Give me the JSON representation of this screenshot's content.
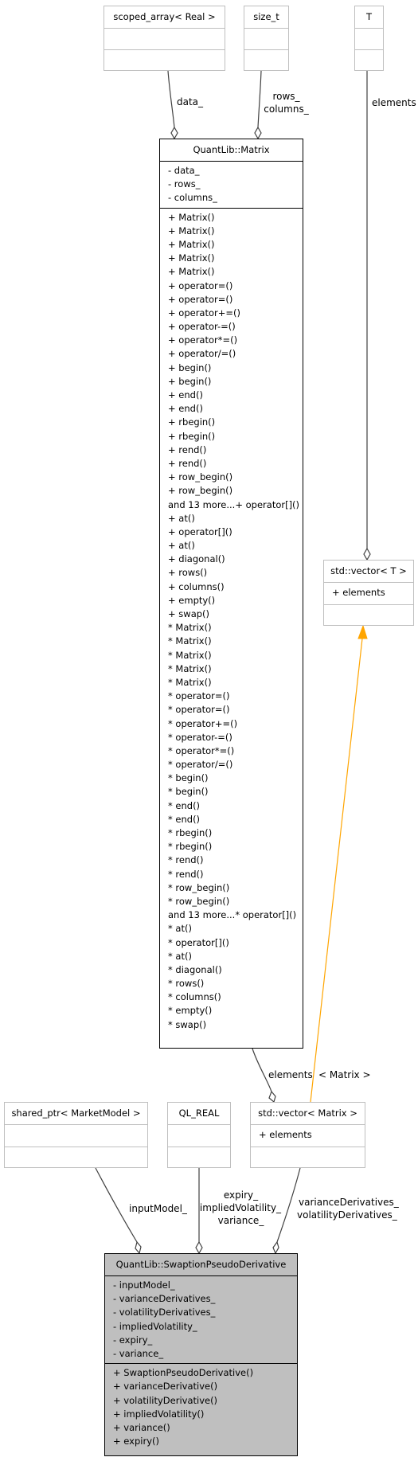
{
  "classes": {
    "scoped_array": {
      "title": "scoped_array< Real >"
    },
    "size_t": {
      "title": "size_t"
    },
    "T": {
      "title": "T"
    },
    "matrix": {
      "title": "QuantLib::Matrix",
      "attributes": [
        "- data_",
        "- rows_",
        "- columns_"
      ],
      "methods": [
        "+ Matrix()",
        "+ Matrix()",
        "+ Matrix()",
        "+ Matrix()",
        "+ Matrix()",
        "+ operator=()",
        "+ operator=()",
        "+ operator+=()",
        "+ operator-=()",
        "+ operator*=()",
        "+ operator/=()",
        "+ begin()",
        "+ begin()",
        "+ end()",
        "+ end()",
        "+ rbegin()",
        "+ rbegin()",
        "+ rend()",
        "+ rend()",
        "+ row_begin()",
        "+ row_begin()",
        "and 13 more...+ operator[]()",
        "+ at()",
        "+ operator[]()",
        "+ at()",
        "+ diagonal()",
        "+ rows()",
        "+ columns()",
        "+ empty()",
        "+ swap()",
        "* Matrix()",
        "* Matrix()",
        "* Matrix()",
        "* Matrix()",
        "* Matrix()",
        "* operator=()",
        "* operator=()",
        "* operator+=()",
        "* operator-=()",
        "* operator*=()",
        "* operator/=()",
        "* begin()",
        "* begin()",
        "* end()",
        "* end()",
        "* rbegin()",
        "* rbegin()",
        "* rend()",
        "* rend()",
        "* row_begin()",
        "* row_begin()",
        "and 13 more...* operator[]()",
        "* at()",
        "* operator[]()",
        "* at()",
        "* diagonal()",
        "* rows()",
        "* columns()",
        "* empty()",
        "* swap()"
      ]
    },
    "vector_t": {
      "title": "std::vector< T >",
      "attributes": [
        "+ elements"
      ]
    },
    "shared_ptr": {
      "title": "shared_ptr< MarketModel >"
    },
    "ql_real": {
      "title": "QL_REAL"
    },
    "vector_matrix": {
      "title": "std::vector< Matrix >",
      "attributes": [
        "+ elements"
      ]
    },
    "swaption": {
      "title": "QuantLib::SwaptionPseudoDerivative",
      "attributes": [
        "- inputModel_",
        "- varianceDerivatives_",
        "- volatilityDerivatives_",
        "- impliedVolatility_",
        "- expiry_",
        "- variance_"
      ],
      "methods": [
        "+ SwaptionPseudoDerivative()",
        "+ varianceDerivative()",
        "+ volatilityDerivative()",
        "+ impliedVolatility()",
        "+ variance()",
        "+ expiry()"
      ]
    }
  },
  "edge_labels": {
    "data": "data_",
    "rows": "rows_",
    "columns": "columns_",
    "elements_t": "elements",
    "elements_matrix": "elements",
    "template_arg": "< Matrix >",
    "input_model": "inputModel_",
    "expiry": "expiry_",
    "implied_volatility": "impliedVolatility_",
    "variance": "variance_",
    "variance_derivatives": "varianceDerivatives_",
    "volatility_derivatives": "volatilityDerivatives_"
  },
  "colors": {
    "node_border": "#bfbfbf",
    "focus_fill": "#bfbfbf",
    "template_edge": "#ffa500",
    "edge": "#404040"
  }
}
